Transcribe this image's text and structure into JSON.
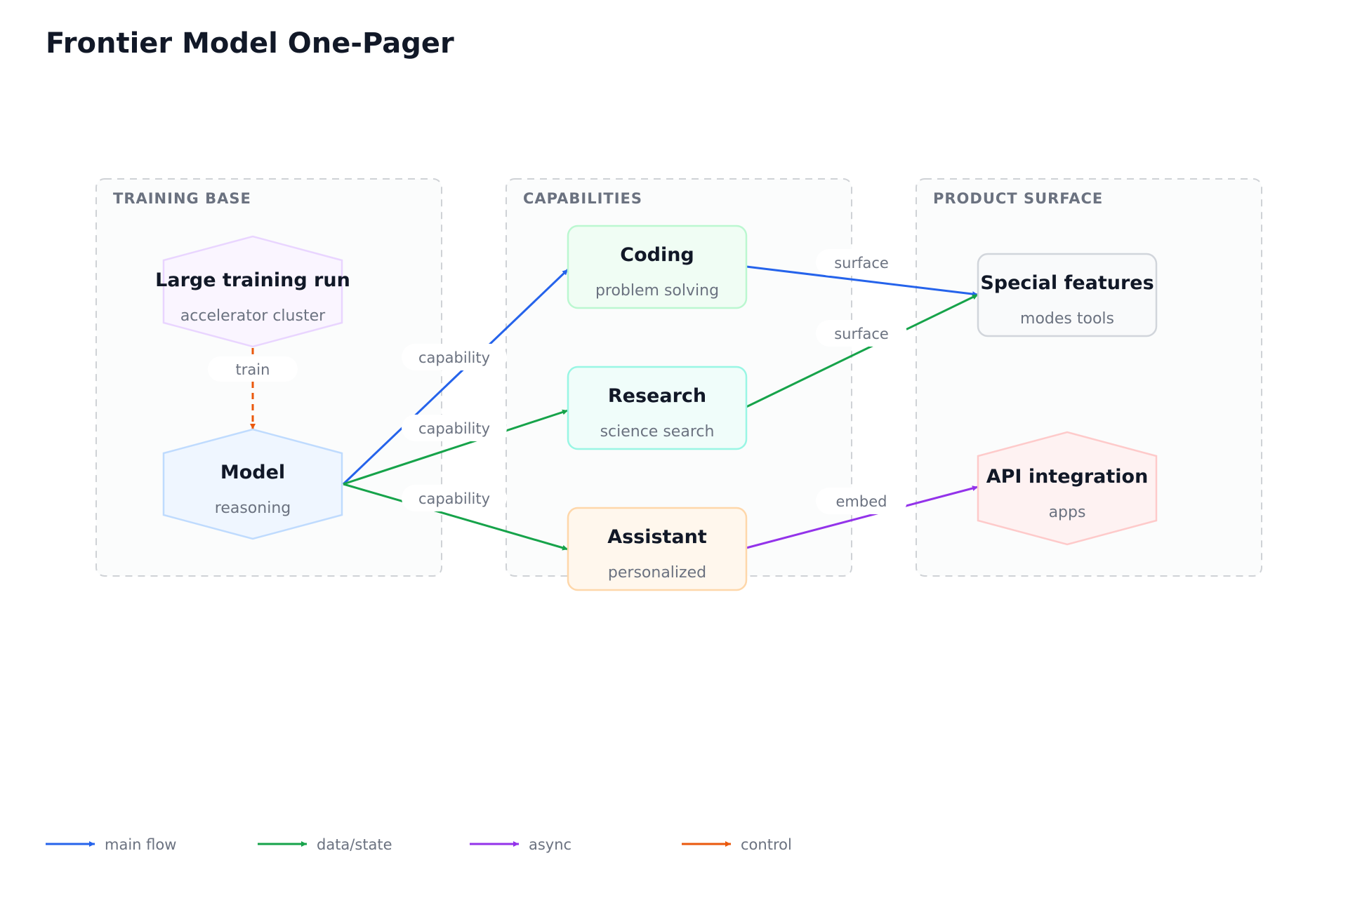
{
  "title": "Frontier Model One-Pager",
  "groups": {
    "training": "TRAINING BASE",
    "capabilities": "CAPABILITIES",
    "product": "PRODUCT SURFACE"
  },
  "nodes": {
    "training_run": {
      "title": "Large training run",
      "subtitle": "accelerator cluster"
    },
    "model": {
      "title": "Model",
      "subtitle": "reasoning"
    },
    "coding": {
      "title": "Coding",
      "subtitle": "problem solving"
    },
    "research": {
      "title": "Research",
      "subtitle": "science search"
    },
    "assistant": {
      "title": "Assistant",
      "subtitle": "personalized"
    },
    "special": {
      "title": "Special features",
      "subtitle": "modes tools"
    },
    "api": {
      "title": "API integration",
      "subtitle": "apps"
    }
  },
  "edges": {
    "train": "train",
    "cap_coding": "capability",
    "cap_research": "capability",
    "cap_assistant": "capability",
    "surface_coding": "surface",
    "surface_research": "surface",
    "embed": "embed"
  },
  "legend": {
    "main_flow": "main flow",
    "data_state": "data/state",
    "async": "async",
    "control": "control"
  },
  "colors": {
    "main_flow": "#2563eb",
    "data_state": "#16a34a",
    "async": "#9333ea",
    "control": "#ea580c"
  }
}
